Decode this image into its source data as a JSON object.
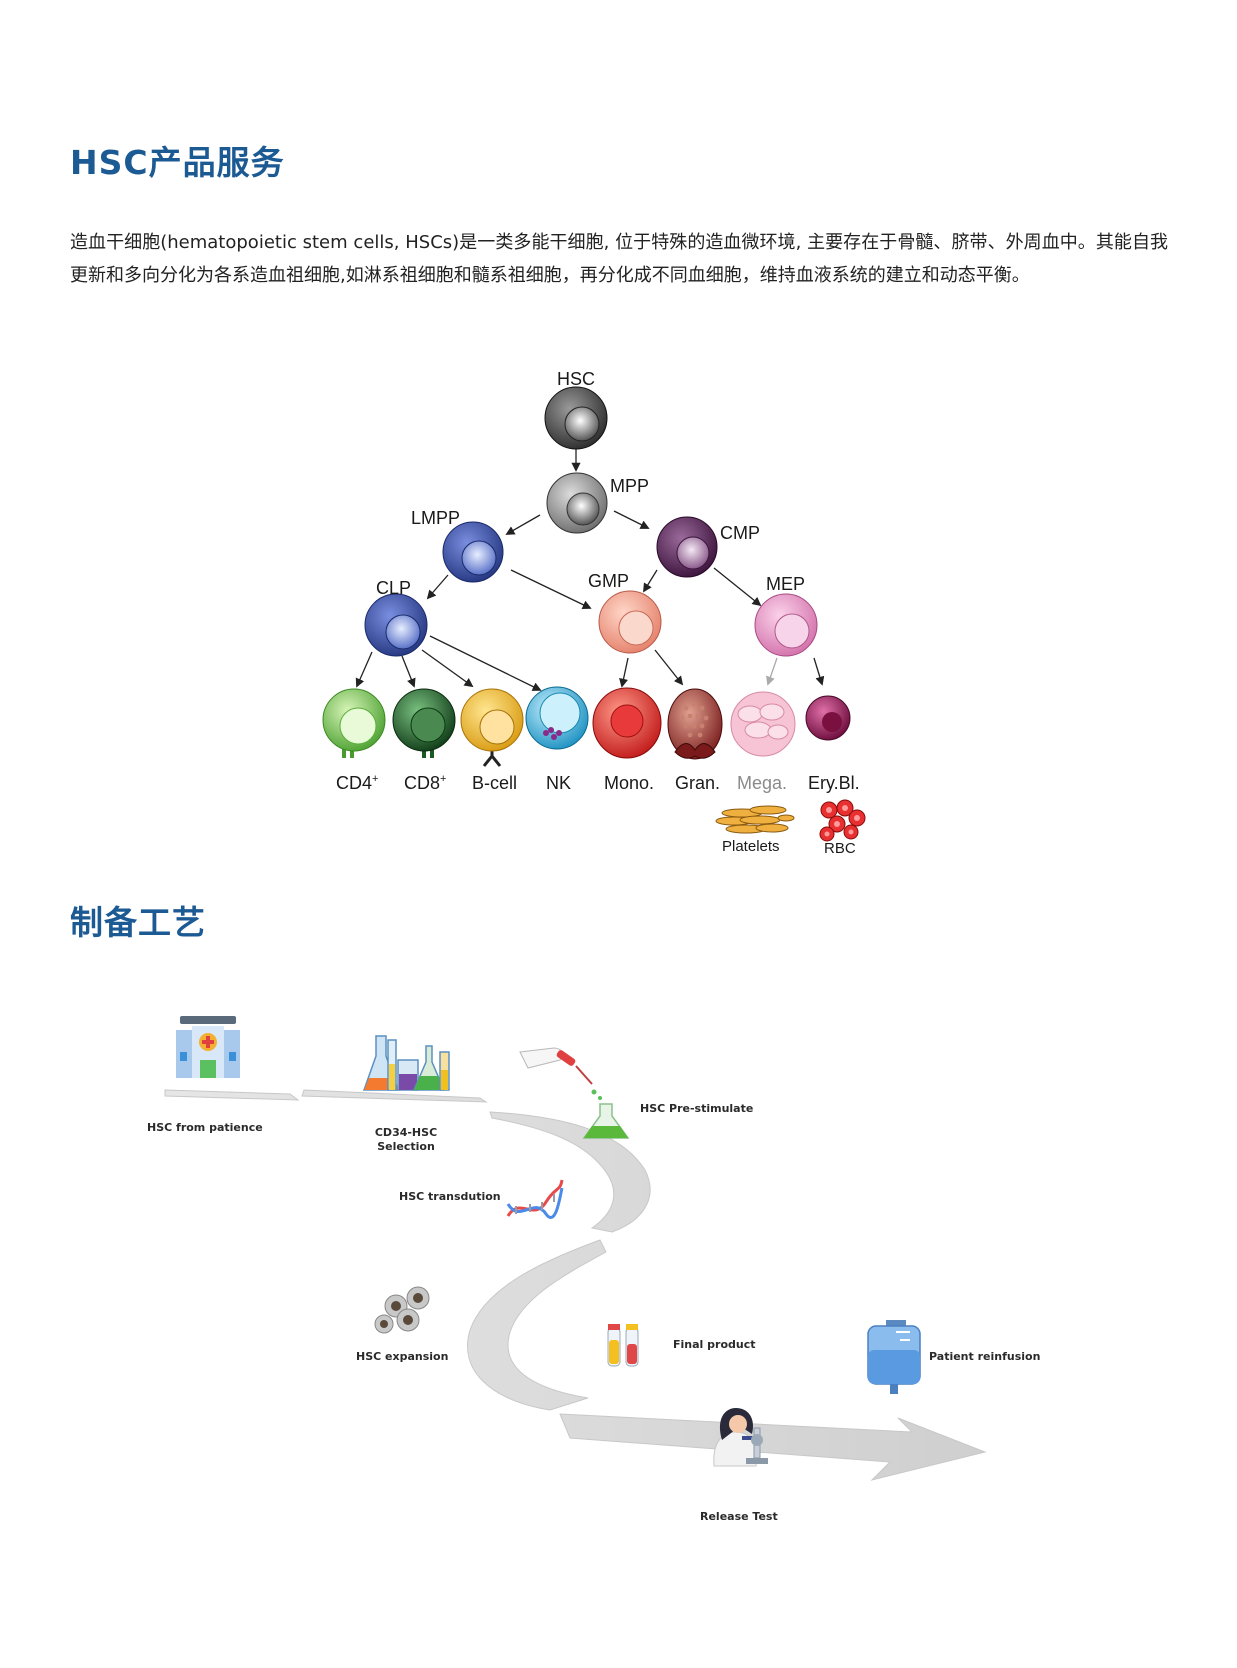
{
  "section1": {
    "title": "HSC产品服务",
    "intro": "造血干细胞(hematopoietic stem cells, HSCs)是一类多能干细胞, 位于特殊的造血微环境, 主要存在于骨髓、脐带、外周血中。其能自我更新和多向分化为各系造血祖细胞,如淋系祖细胞和髓系祖细胞，再分化成不同血细胞，维持血液系统的建立和动态平衡。"
  },
  "hierarchy": {
    "hsc": "HSC",
    "mpp": "MPP",
    "lmpp": "LMPP",
    "cmp": "CMP",
    "clp": "CLP",
    "gmp": "GMP",
    "mep": "MEP",
    "terminal": {
      "cd4": "CD4",
      "cd8": "CD8",
      "plus": "+",
      "bcell": "B-cell",
      "nk": "NK",
      "mono": "Mono.",
      "gran": "Gran.",
      "mega": "Mega.",
      "erybl": "Ery.Bl."
    },
    "platelets": "Platelets",
    "rbc": "RBC",
    "colors": {
      "hsc": "#3a3a3a",
      "lymphoid": "#3a4fa8",
      "myeloid_cmp": "#5a2a5a",
      "gmp": "#f2a08a",
      "mep": "#e48cc0",
      "cd4": "#7cc850",
      "cd8": "#1e5a28",
      "bcell": "#f0b420",
      "nk": "#3ab0d8",
      "mono": "#d83030",
      "gran": "#9a3030",
      "mega": "#f2b8cc",
      "erybl": "#a0205a"
    }
  },
  "section2": {
    "title": "制备工艺",
    "steps": {
      "s1": "HSC from patience",
      "s2a": "CD34-HSC",
      "s2b": "Selection",
      "s3": "HSC Pre-stimulate",
      "s4": "HSC transdution",
      "s5": "HSC expansion",
      "s6": "Final product",
      "s7": "Patient reinfusion",
      "s8": "Release Test"
    }
  }
}
